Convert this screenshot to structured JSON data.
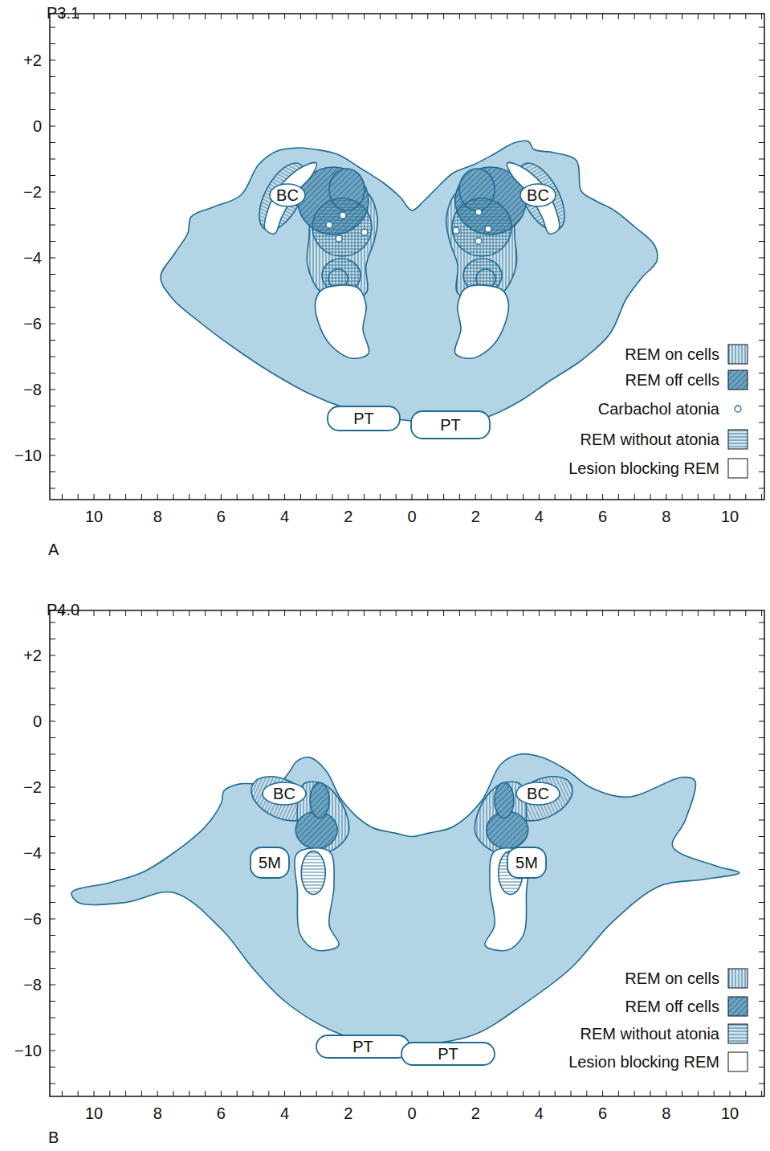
{
  "diagram": {
    "nodes": [
      {
        "text": [
          "BC"
        ]
      },
      {
        "text": [
          "BC"
        ]
      },
      {
        "text": [
          "PT"
        ]
      },
      {
        "text": [
          "PT"
        ]
      },
      {
        "text": [
          "BC"
        ]
      },
      {
        "text": [
          "BC"
        ]
      },
      {
        "text": [
          "5M"
        ]
      },
      {
        "text": [
          "5M"
        ]
      },
      {
        "text": [
          "PT"
        ]
      },
      {
        "text": [
          "PT"
        ]
      }
    ],
    "labels": [
      "P3.1",
      "A",
      "+2",
      "0",
      "−2",
      "−4",
      "−6",
      "−8",
      "−10",
      "10",
      "8",
      "6",
      "4",
      "2",
      "0",
      "2",
      "4",
      "6",
      "8",
      "10",
      "P4.0",
      "B",
      "+2",
      "0",
      "−2",
      "−4",
      "−6",
      "−8",
      "−10",
      "10",
      "8",
      "6",
      "4",
      "2",
      "0",
      "2",
      "4",
      "6",
      "8",
      "10"
    ],
    "legend": [
      {
        "text": "REM on cells"
      },
      {
        "text": "REM off cells"
      },
      {
        "text": "Carbachol atonia"
      },
      {
        "text": "REM without atonia"
      },
      {
        "text": "Lesion blocking REM",
        "color": "#ffffff"
      },
      {
        "text": "REM on cells"
      },
      {
        "text": "REM off cells"
      },
      {
        "text": "REM without atonia"
      },
      {
        "text": "Lesion blocking REM",
        "color": "#ffffff"
      }
    ]
  }
}
